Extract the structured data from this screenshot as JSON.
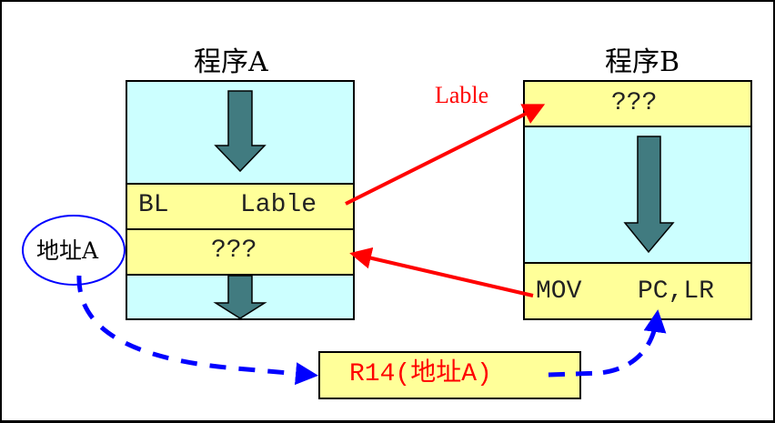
{
  "program_a": {
    "title": "程序A",
    "rows": [
      "BL",
      "Lable",
      "???"
    ]
  },
  "program_b": {
    "title": "程序B",
    "top_row": "???",
    "bottom_row_op": "MOV",
    "bottom_row_args": "PC,LR"
  },
  "jump_label": "Lable",
  "address_bubble": "地址A",
  "register_box": "R14(地址A)",
  "colors": {
    "code_bg": "#ffff99",
    "block_bg": "#ccffff",
    "flow_arrow": "#417b80",
    "call_arrow": "#ff0000",
    "link_arrow": "#0000ff"
  }
}
